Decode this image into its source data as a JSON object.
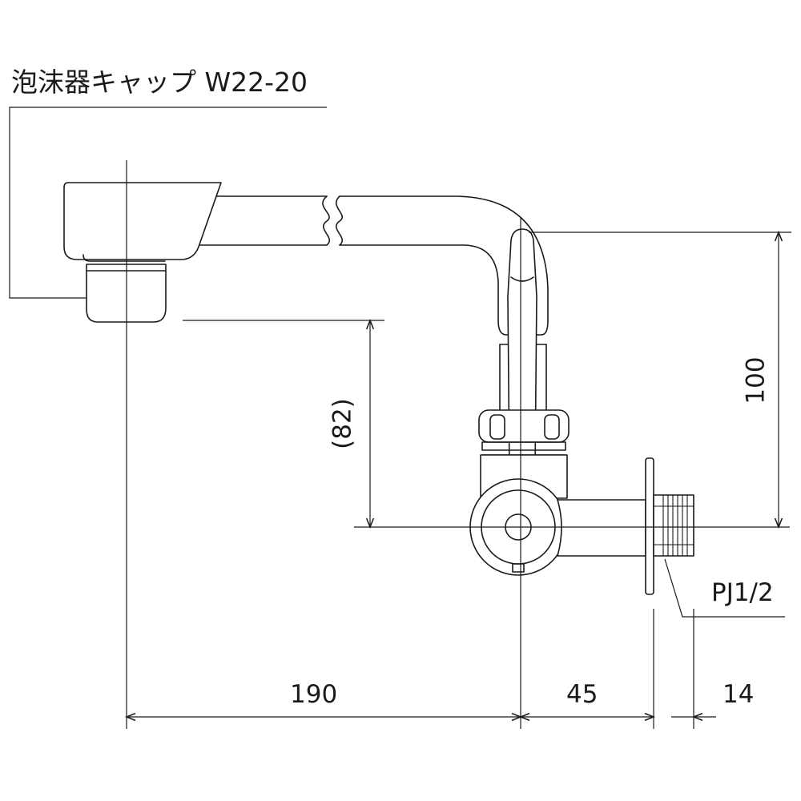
{
  "labels": {
    "aerator_cap": "泡沫器キャップ W22-20",
    "thread": "PJ1/2",
    "dim_height_total": "100",
    "dim_height_spout": "(82)",
    "dim_reach": "190",
    "dim_body": "45",
    "dim_thread": "14"
  },
  "colors": {
    "line": "#1a1a1a",
    "background": "#ffffff"
  }
}
